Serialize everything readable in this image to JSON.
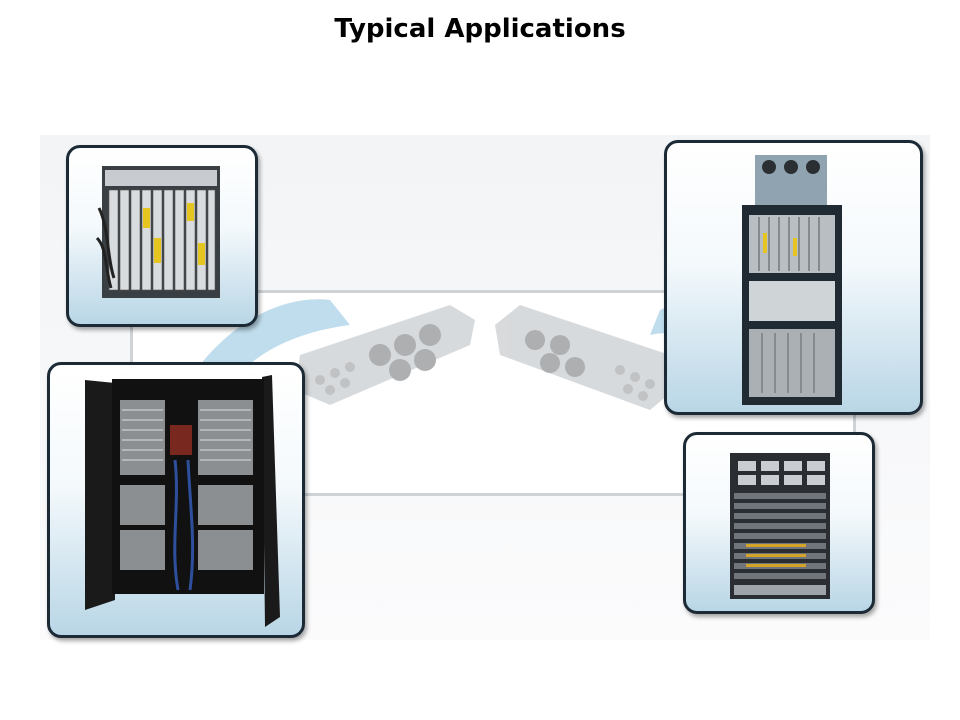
{
  "page": {
    "title": "Typical Applications"
  },
  "images": [
    {
      "name": "router-chassis-top-left",
      "kind": "equipment-photo"
    },
    {
      "name": "cabinet-bottom-left",
      "kind": "equipment-photo"
    },
    {
      "name": "tall-chassis-top-right",
      "kind": "equipment-photo"
    },
    {
      "name": "switch-chassis-bottom-right",
      "kind": "equipment-photo"
    }
  ],
  "colors": {
    "panel_border": "#1c2a36",
    "panel_gradient_bottom": "#b9d6e6",
    "cable_blue": "#8fc3de",
    "connector_grey": "#c9cdd0"
  }
}
